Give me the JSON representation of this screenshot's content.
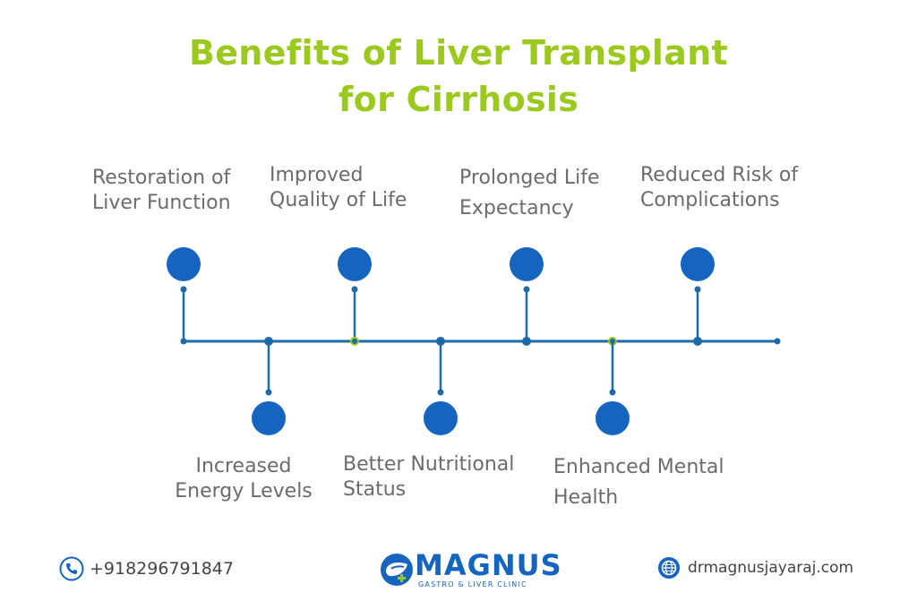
{
  "title_line1": "Benefits of Liver Transplant",
  "title_line2": "for Cirrhosis",
  "benefits": [
    {
      "line1": "Restoration of",
      "line2": "Liver Function"
    },
    {
      "line1": "Increased",
      "line2": "Energy Levels"
    },
    {
      "line1": "Improved",
      "line2": "Quality of Life"
    },
    {
      "line1": "Better Nutritional",
      "line2": "Status"
    },
    {
      "line1": "Prolonged Life",
      "line2": "Expectancy"
    },
    {
      "line1": "Enhanced Mental",
      "line2": "Health"
    },
    {
      "line1": "Reduced Risk of",
      "line2": "Complications"
    }
  ],
  "footer": {
    "phone": "+918296791847",
    "website": "drmagnusjayaraj.com",
    "logo_name": "MAGNUS",
    "logo_tagline": "GASTRO & LIVER CLINIC"
  },
  "colors": {
    "title": "#9bc91f",
    "node": "#1565c0",
    "line": "#1e6aa8",
    "accent_dot": "#9bc91f"
  }
}
